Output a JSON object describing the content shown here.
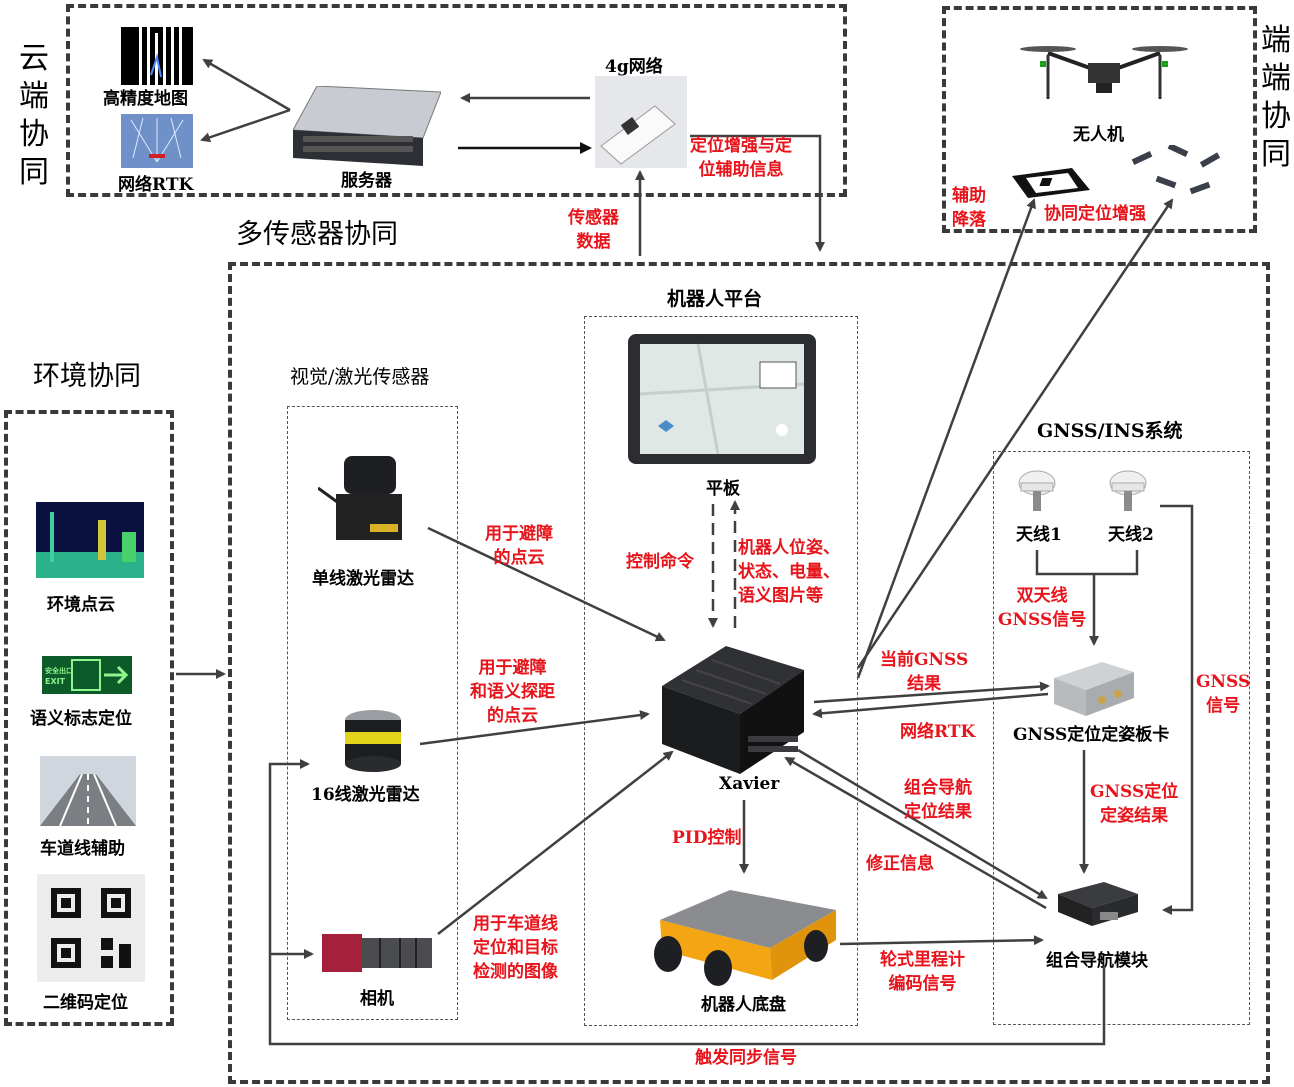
{
  "sections": {
    "cloud": {
      "chars": [
        "云",
        "端",
        "协",
        "同"
      ]
    },
    "edge": {
      "chars": [
        "端",
        "端",
        "协",
        "同"
      ]
    },
    "multi_sensor": "多传感器协同",
    "environment": "环境协同",
    "sensor_group": "视觉/激光传感器",
    "robot_platform": "机器人平台",
    "gnss_system": "GNSS/INS系统"
  },
  "devices": {
    "hd_map": "高精度地图",
    "network_rtk_img": "网络RTK",
    "server": "服务器",
    "net_4g": "4g网络",
    "drone": "无人机",
    "tablet": "平板",
    "lidar_1": "单线激光雷达",
    "lidar_16": "16线激光雷达",
    "camera": "相机",
    "xavier": "Xavier",
    "chassis": "机器人底盘",
    "antenna1": "天线1",
    "antenna2": "天线2",
    "gnss_board": "GNSS定位定姿板卡",
    "nav_module": "组合导航模块",
    "env_pointcloud": "环境点云",
    "semantic_sign": "语义标志定位",
    "lane_aid": "车道线辅助",
    "qr_loc": "二维码定位",
    "exit_sign": "EXIT",
    "exit_sign_cn": "安全出口"
  },
  "annotations": {
    "loc_enhance_1": "定位增强与定",
    "loc_enhance_2": "位辅助信息",
    "sensor_data_1": "传感器",
    "sensor_data_2": "数据",
    "assist_landing_1": "辅助",
    "assist_landing_2": "降落",
    "coop_loc": "协同定位增强",
    "obstacle_pc_1": "用于避障",
    "obstacle_pc_2": "的点云",
    "semantic_pc_1": "用于避障",
    "semantic_pc_2": "和语义探距",
    "semantic_pc_3": "的点云",
    "lane_img_1": "用于车道线",
    "lane_img_2": "定位和目标",
    "lane_img_3": "检测的图像",
    "control_cmd": "控制命令",
    "robot_state_1": "机器人位姿、",
    "robot_state_2": "状态、电量、",
    "robot_state_3": "语义图片等",
    "pid": "PID控制",
    "current_gnss_1": "当前GNSS",
    "current_gnss_2": "结果",
    "network_rtk": "网络RTK",
    "nav_result_1": "组合导航",
    "nav_result_2": "定位结果",
    "correction": "修正信息",
    "wheel_odom_1": "轮式里程计",
    "wheel_odom_2": "编码信号",
    "dual_ant_1": "双天线",
    "dual_ant_2": "GNSS信号",
    "gnss_signal_1": "GNSS",
    "gnss_signal_2": "信号",
    "gnss_result_1": "GNSS定位",
    "gnss_result_2": "定姿结果",
    "trigger_sync": "触发同步信号"
  },
  "colors": {
    "annotation": "#e8141b",
    "arrow": "#404040",
    "border": "#3a3a3a"
  }
}
